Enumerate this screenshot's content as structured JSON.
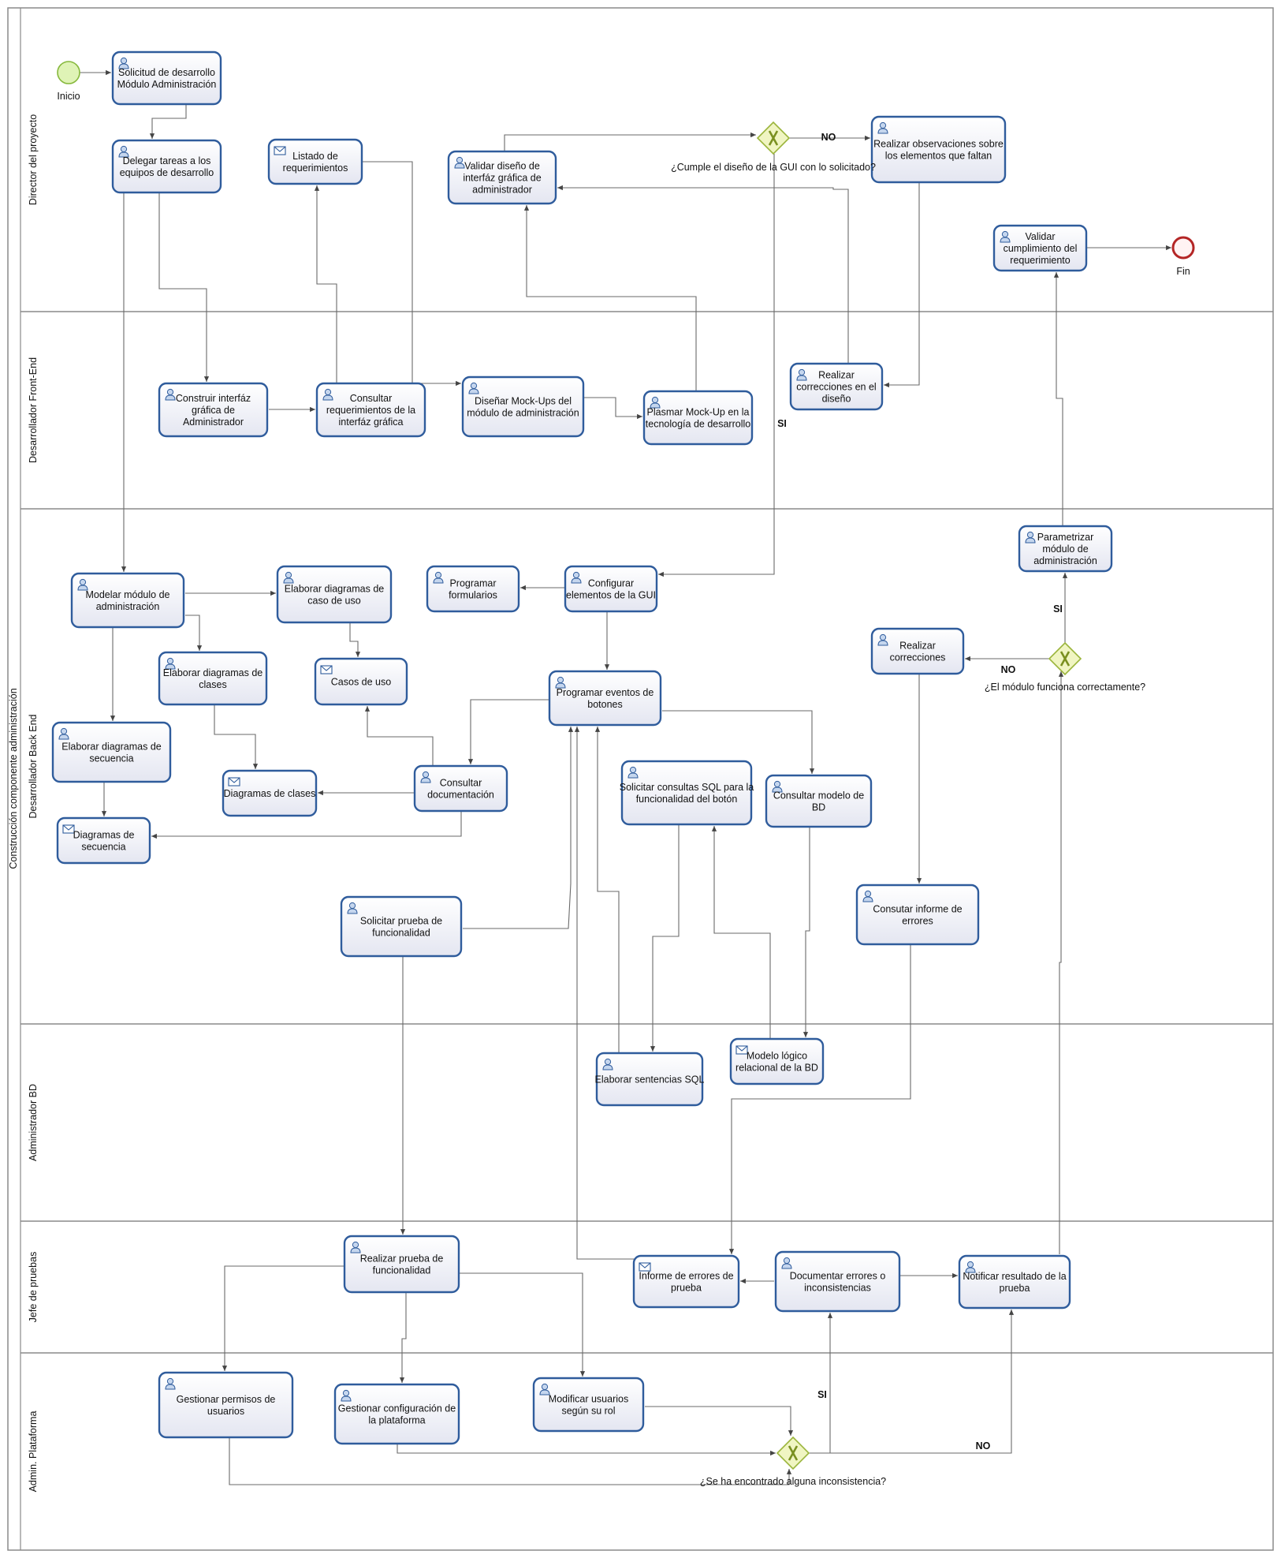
{
  "diagram": {
    "pool": "Construcción componente administración",
    "lanes": [
      {
        "id": "director",
        "label": "Director del proyecto"
      },
      {
        "id": "frontend",
        "label": "Desarrollador Front-End"
      },
      {
        "id": "backend",
        "label": "Desarrollador Back End"
      },
      {
        "id": "adminbd",
        "label": "Administrador BD"
      },
      {
        "id": "pruebas",
        "label": "Jefe de pruebas"
      },
      {
        "id": "plataforma",
        "label": "Admin. Plataforma"
      }
    ],
    "events": [
      {
        "id": "inicio",
        "type": "start",
        "label": "Inicio"
      },
      {
        "id": "fin",
        "type": "end",
        "label": "Fin"
      }
    ],
    "gateways": [
      {
        "id": "gw-gui",
        "label": "¿Cumple el diseño de la GUI con lo solicitado?"
      },
      {
        "id": "gw-modulo",
        "label": "¿El módulo funciona correctamente?"
      },
      {
        "id": "gw-inconsistencia",
        "label": "¿Se ha encontrado alguna inconsistencia?"
      }
    ],
    "tasks": [
      {
        "id": "solicitud",
        "kind": "user",
        "lines": [
          "Solicitud de desarrollo",
          "Módulo Administración"
        ]
      },
      {
        "id": "delegar",
        "kind": "user",
        "lines": [
          "Delegar tareas a los",
          "equipos de desarrollo"
        ]
      },
      {
        "id": "listado",
        "kind": "message",
        "lines": [
          "Listado de",
          "requerimientos"
        ]
      },
      {
        "id": "validar-diseno",
        "kind": "user",
        "lines": [
          "Validar diseño de",
          "interfáz gráfica de",
          "administrador"
        ]
      },
      {
        "id": "observaciones",
        "kind": "user",
        "lines": [
          "Realizar observaciones sobre",
          "los elementos que faltan"
        ]
      },
      {
        "id": "validar-cumplimiento",
        "kind": "user",
        "lines": [
          "Validar",
          "cumplimiento del",
          "requerimiento"
        ]
      },
      {
        "id": "construir",
        "kind": "user",
        "lines": [
          "Construir interfáz",
          "gráfica de",
          "Administrador"
        ]
      },
      {
        "id": "consultar-req",
        "kind": "user",
        "lines": [
          "Consultar",
          "requerimientos de la",
          "interfáz gráfica"
        ]
      },
      {
        "id": "disenar-mockups",
        "kind": "user",
        "lines": [
          "Diseñar Mock-Ups del",
          "módulo de administración"
        ]
      },
      {
        "id": "plasmar",
        "kind": "user",
        "lines": [
          "Plasmar Mock-Up en la",
          "tecnología de desarrollo"
        ]
      },
      {
        "id": "realizar-correcciones-diseno",
        "kind": "user",
        "lines": [
          "Realizar",
          "correcciones en el",
          "diseño"
        ]
      },
      {
        "id": "modelar",
        "kind": "user",
        "lines": [
          "Modelar módulo de",
          "administración"
        ]
      },
      {
        "id": "diag-caso-uso",
        "kind": "user",
        "lines": [
          "Elaborar diagramas de",
          "caso de uso"
        ]
      },
      {
        "id": "programar-formularios",
        "kind": "user",
        "lines": [
          "Programar",
          "formularios"
        ]
      },
      {
        "id": "configurar",
        "kind": "user",
        "lines": [
          "Configurar",
          "elementos de la GUI"
        ]
      },
      {
        "id": "parametrizar",
        "kind": "user",
        "lines": [
          "Parametrizar",
          "módulo de",
          "administración"
        ]
      },
      {
        "id": "diag-clases",
        "kind": "user",
        "lines": [
          "Elaborar diagramas de",
          "clases"
        ]
      },
      {
        "id": "casos-uso",
        "kind": "message",
        "lines": [
          "Casos de uso"
        ]
      },
      {
        "id": "programar-eventos",
        "kind": "user",
        "lines": [
          "Programar eventos de",
          "botones"
        ]
      },
      {
        "id": "realizar-correcciones",
        "kind": "user",
        "lines": [
          "Realizar",
          "correcciones"
        ]
      },
      {
        "id": "diag-secuencia",
        "kind": "user",
        "lines": [
          "Elaborar diagramas de",
          "secuencia"
        ]
      },
      {
        "id": "diagramas-clases",
        "kind": "message",
        "lines": [
          "Diagramas de clases"
        ]
      },
      {
        "id": "consultar-doc",
        "kind": "user",
        "lines": [
          "Consultar",
          "documentación"
        ]
      },
      {
        "id": "solicitar-sql",
        "kind": "user",
        "lines": [
          "Solicitar consultas SQL para la",
          "funcionalidad del botón"
        ]
      },
      {
        "id": "consultar-modelo",
        "kind": "user",
        "lines": [
          "Consultar modelo de",
          "BD"
        ]
      },
      {
        "id": "diagramas-secuencia",
        "kind": "message",
        "lines": [
          "Diagramas de",
          "secuencia"
        ]
      },
      {
        "id": "solicitar-prueba",
        "kind": "user",
        "lines": [
          "Solicitar prueba de",
          "funcionalidad"
        ]
      },
      {
        "id": "consultar-informe",
        "kind": "user",
        "lines": [
          "Consutar informe de",
          "errores"
        ]
      },
      {
        "id": "elaborar-sql",
        "kind": "user",
        "lines": [
          "Elaborar sentencias SQL"
        ]
      },
      {
        "id": "modelo-logico",
        "kind": "message",
        "lines": [
          "Modelo lógico",
          "relacional de la BD"
        ]
      },
      {
        "id": "realizar-prueba",
        "kind": "user",
        "lines": [
          "Realizar prueba de",
          "funcionalidad"
        ]
      },
      {
        "id": "informe-errores",
        "kind": "message",
        "lines": [
          "Informe de errores de",
          "prueba"
        ]
      },
      {
        "id": "documentar",
        "kind": "user",
        "lines": [
          "Documentar errores o",
          "inconsistencias"
        ]
      },
      {
        "id": "notificar",
        "kind": "user",
        "lines": [
          "Notificar resultado de la",
          "prueba"
        ]
      },
      {
        "id": "gestionar-permisos",
        "kind": "user",
        "lines": [
          "Gestionar permisos de",
          "usuarios"
        ]
      },
      {
        "id": "gestionar-config",
        "kind": "user",
        "lines": [
          "Gestionar configuración de",
          "la plataforma"
        ]
      },
      {
        "id": "modificar-usuarios",
        "kind": "user",
        "lines": [
          "Modificar usuarios",
          "según su rol"
        ]
      }
    ],
    "flow_labels": [
      {
        "id": "lbl-no-gui",
        "text": "NO"
      },
      {
        "id": "lbl-si-gui",
        "text": "SI"
      },
      {
        "id": "lbl-si-modulo",
        "text": "SI"
      },
      {
        "id": "lbl-no-modulo",
        "text": "NO"
      },
      {
        "id": "lbl-si-inconsistencia",
        "text": "SI"
      },
      {
        "id": "lbl-no-inconsistencia",
        "text": "NO"
      }
    ],
    "colors": {
      "task_border": "#2f5c9c",
      "task_fill_top": "#ffffff",
      "task_fill_bottom": "#e4e6f1",
      "start_fill": "#dff3b6",
      "start_stroke": "#86b83c",
      "end_stroke": "#b42626",
      "gateway_fill": "#f0f5c2",
      "gateway_stroke": "#9bb53c",
      "lane_border": "#8a8a8a",
      "flow": "#6a6a6a"
    }
  }
}
